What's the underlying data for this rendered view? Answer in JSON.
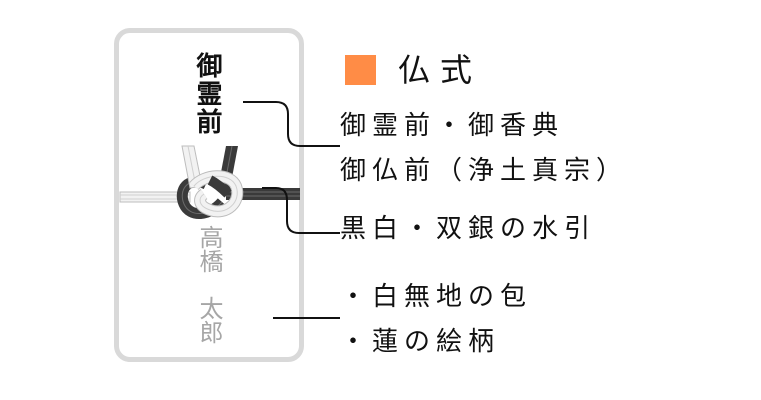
{
  "envelope": {
    "omotegaki": "御霊前",
    "name_family": "高橋",
    "name_given": "太郎",
    "border_color": "#d9d9d9",
    "mizuhiki_colors": {
      "white_strand": "#f2f2f2",
      "black_strand": "#3a3a3a"
    }
  },
  "legend": {
    "swatch_color": "#ff8c46",
    "title": "仏式"
  },
  "annotations": [
    {
      "id": "omotegaki",
      "lines": [
        "御霊前・御香典",
        "御仏前（浄土真宗）"
      ]
    },
    {
      "id": "mizuhiki",
      "lines": [
        "黒白・双銀の水引"
      ]
    },
    {
      "id": "envelope",
      "lines": [
        "・白無地の包",
        "・蓮の絵柄"
      ]
    }
  ]
}
